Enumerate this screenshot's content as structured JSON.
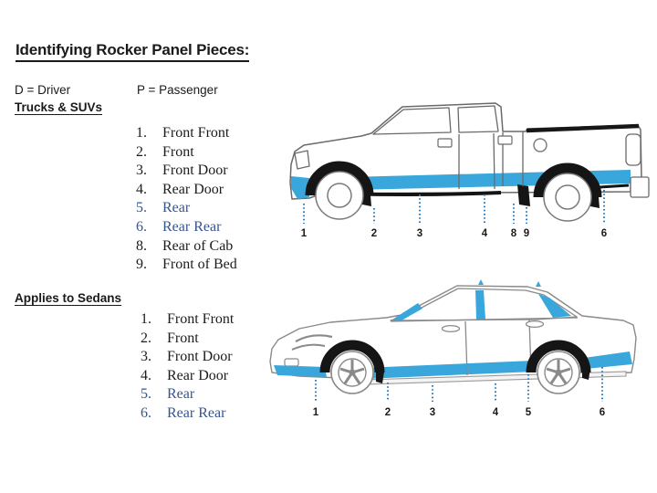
{
  "title": "Identifying Rocker Panel Pieces:",
  "legend": {
    "driver": "D = Driver",
    "passenger": "P = Passenger"
  },
  "trucks": {
    "heading": "Trucks & SUVs",
    "items": [
      {
        "num": "1.",
        "label": "Front Front",
        "highlight": false
      },
      {
        "num": "2.",
        "label": "Front",
        "highlight": false
      },
      {
        "num": "3.",
        "label": "Front Door",
        "highlight": false
      },
      {
        "num": "4.",
        "label": "Rear Door",
        "highlight": false
      },
      {
        "num": "5.",
        "label": "Rear",
        "highlight": true
      },
      {
        "num": "6.",
        "label": "Rear Rear",
        "highlight": true
      },
      {
        "num": "8.",
        "label": "Rear of Cab",
        "highlight": false
      },
      {
        "num": "9.",
        "label": "Front of Bed",
        "highlight": false
      }
    ],
    "callouts": [
      "1",
      "2",
      "3",
      "4",
      "8",
      "9",
      "6"
    ]
  },
  "sedans": {
    "heading": "Applies to Sedans",
    "items": [
      {
        "num": "1.",
        "label": "Front Front",
        "highlight": false
      },
      {
        "num": "2.",
        "label": "Front",
        "highlight": false
      },
      {
        "num": "3.",
        "label": "Front Door",
        "highlight": false
      },
      {
        "num": "4.",
        "label": "Rear Door",
        "highlight": false
      },
      {
        "num": "5.",
        "label": "Rear",
        "highlight": true
      },
      {
        "num": "6.",
        "label": "Rear Rear",
        "highlight": true
      }
    ],
    "callouts": [
      "1",
      "2",
      "3",
      "4",
      "5",
      "6"
    ]
  },
  "colors": {
    "rocker_blue": "#3aa7dc",
    "leader_blue": "#2f7cc2",
    "highlight_text_blue": "#36548f",
    "outline_gray": "#6a6a6a",
    "arch_black": "#151515",
    "text_black": "#1a1a1a"
  }
}
